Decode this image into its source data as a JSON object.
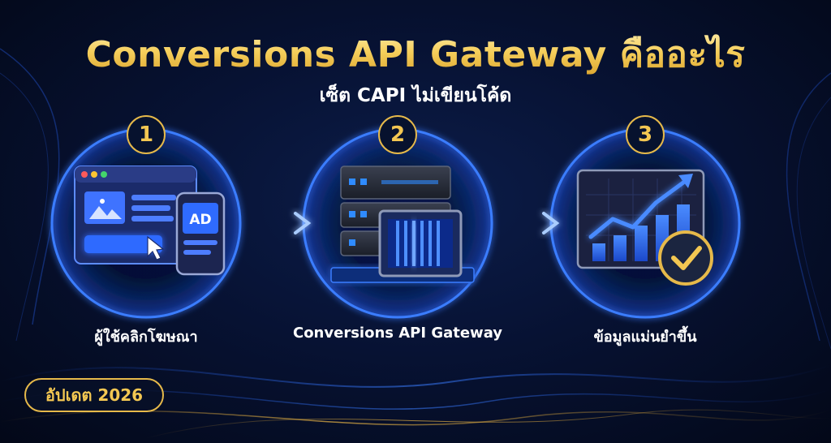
{
  "header": {
    "title": "Conversions API Gateway คืออะไร",
    "subtitle": "เซ็ต CAPI ไม่เขียนโค้ด"
  },
  "steps": [
    {
      "number": "1",
      "label": "ผู้ใช้คลิกโฆษณา",
      "illustration": "browser-and-phone-ad-click",
      "ad_badge": "AD"
    },
    {
      "number": "2",
      "label": "Conversions API Gateway",
      "illustration": "server-rack"
    },
    {
      "number": "3",
      "label": "ข้อมูลแม่นยำขึ้น",
      "illustration": "growth-chart-with-check"
    }
  ],
  "badge": {
    "label": "อัปเดต 2026"
  },
  "colors": {
    "background": "#071233",
    "gold": "#f3c752",
    "ring": "#3a7dff",
    "accent_blue": "#2f6bff"
  }
}
